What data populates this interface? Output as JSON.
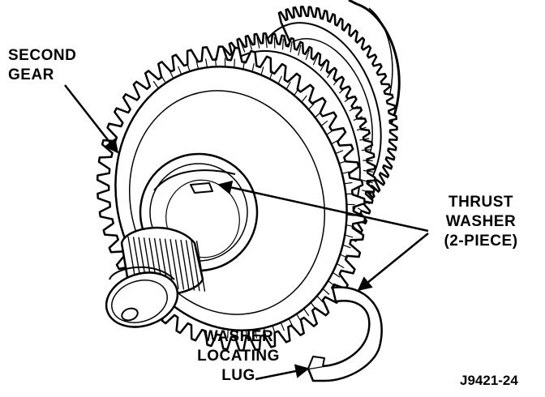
{
  "labels": {
    "second_gear": [
      "SECOND",
      "GEAR"
    ],
    "thrust_washer": [
      "THRUST",
      "WASHER",
      "(2-PIECE)"
    ],
    "washer_locating_lug": [
      "WASHER",
      "LOCATING",
      "LUG"
    ]
  },
  "figure_id": "J9421-24",
  "colors": {
    "ink": "#000000",
    "paper": "#ffffff"
  }
}
